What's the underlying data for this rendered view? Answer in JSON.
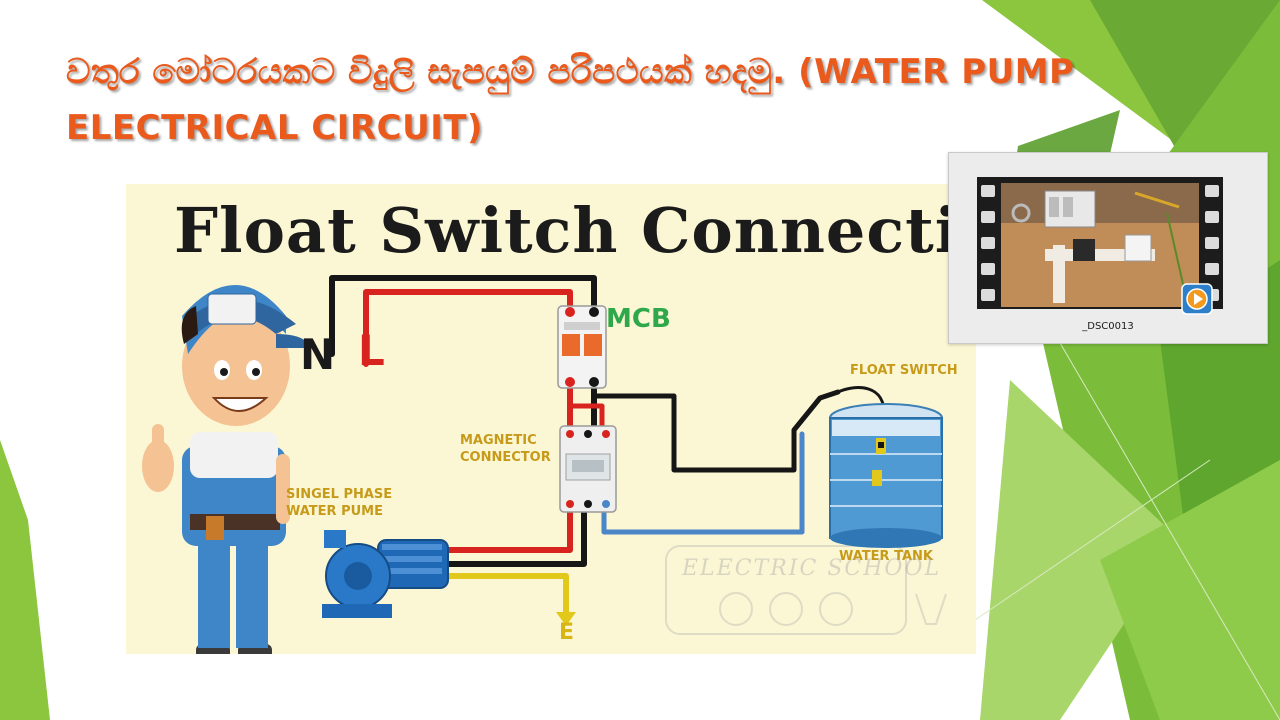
{
  "slide": {
    "title_line1": "වතුර මෝටරයකට විදුලි සැපයුම් පරිපථයක් හදමු.  (WATER PUMP",
    "title_line2": "ELECTRICAL CIRCUIT)"
  },
  "diagram": {
    "heading": "Float Switch Connection",
    "neutral_label": "N",
    "live_label": "L",
    "mcb_label": "MCB",
    "contactor_label": [
      "MAGNETIC",
      "CONNECTOR"
    ],
    "pump_label": [
      "SINGEL PHASE",
      "WATER PUME"
    ],
    "float_switch_label": "FLOAT SWITCH",
    "tank_label": "WATER TANK",
    "earth_label": "E",
    "watermark": "ELECTRIC SCHOOL"
  },
  "video": {
    "caption": "_DSC0013",
    "play_icon": "play-icon"
  },
  "colors": {
    "title": "#ea5a1c",
    "diagram_bg": "#fbf7d4",
    "wire_black": "#161616",
    "wire_red": "#d8231f",
    "wire_blue": "#4a86c8",
    "wire_yellow": "#e2c81a",
    "mcb_label": "#2ea84a",
    "accent_green": "#8cc63f"
  }
}
